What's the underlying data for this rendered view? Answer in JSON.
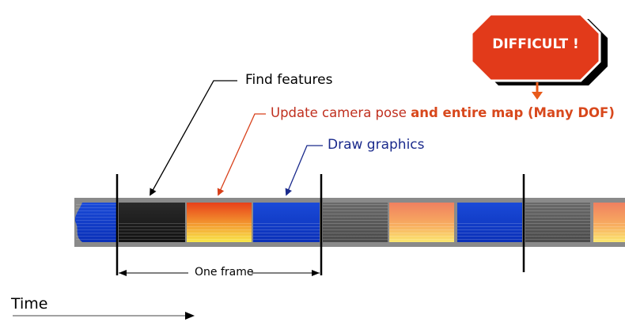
{
  "labels": {
    "find": "Find features",
    "update_part1": "Update camera pose",
    "update_part2": "and entire map (Many DOF)",
    "draw": "Draw graphics",
    "one_frame": "One frame",
    "time": "Time",
    "badge": "DIFFICULT !"
  },
  "colors": {
    "find_label": "#000000",
    "update_label": "#c0301f",
    "update_emph": "#d8481c",
    "draw_label": "#1a2a8c",
    "badge_fill": "#e23a1a",
    "badge_shadow": "#000000",
    "badge_arrow": "#e85a1a",
    "track_bg": "#8a8a8a",
    "find_block": "#202020",
    "update_block_top": "#e8401a",
    "update_block_bottom": "#f8e84a",
    "draw_block": "#1040d0"
  },
  "frames": {
    "segments_per_frame": [
      "find",
      "update",
      "draw"
    ],
    "frames_shown": 2.5
  }
}
